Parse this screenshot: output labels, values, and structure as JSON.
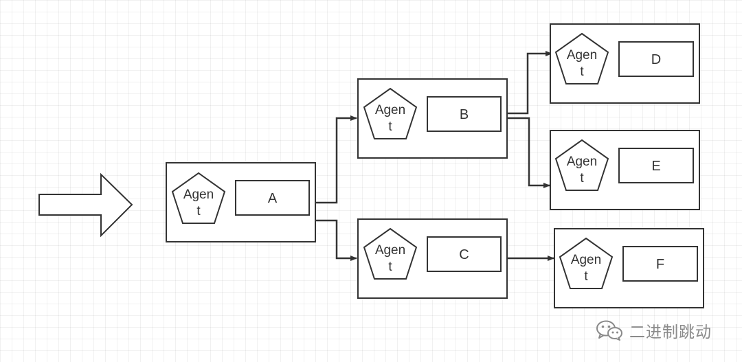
{
  "diagram": {
    "agent_label_line1": "Agen",
    "agent_label_line2": "t",
    "nodes": [
      {
        "id": "a",
        "label": "A"
      },
      {
        "id": "b",
        "label": "B"
      },
      {
        "id": "c",
        "label": "C"
      },
      {
        "id": "d",
        "label": "D"
      },
      {
        "id": "e",
        "label": "E"
      },
      {
        "id": "f",
        "label": "F"
      }
    ],
    "edges": [
      {
        "from": "A",
        "to": "B"
      },
      {
        "from": "A",
        "to": "C"
      },
      {
        "from": "B",
        "to": "D"
      },
      {
        "from": "B",
        "to": "E"
      },
      {
        "from": "C",
        "to": "F"
      }
    ]
  },
  "watermark": {
    "text": "二进制跳动",
    "icon": "wechat-icon"
  },
  "colors": {
    "stroke": "#333333",
    "watermark": "#8a8a8a"
  }
}
